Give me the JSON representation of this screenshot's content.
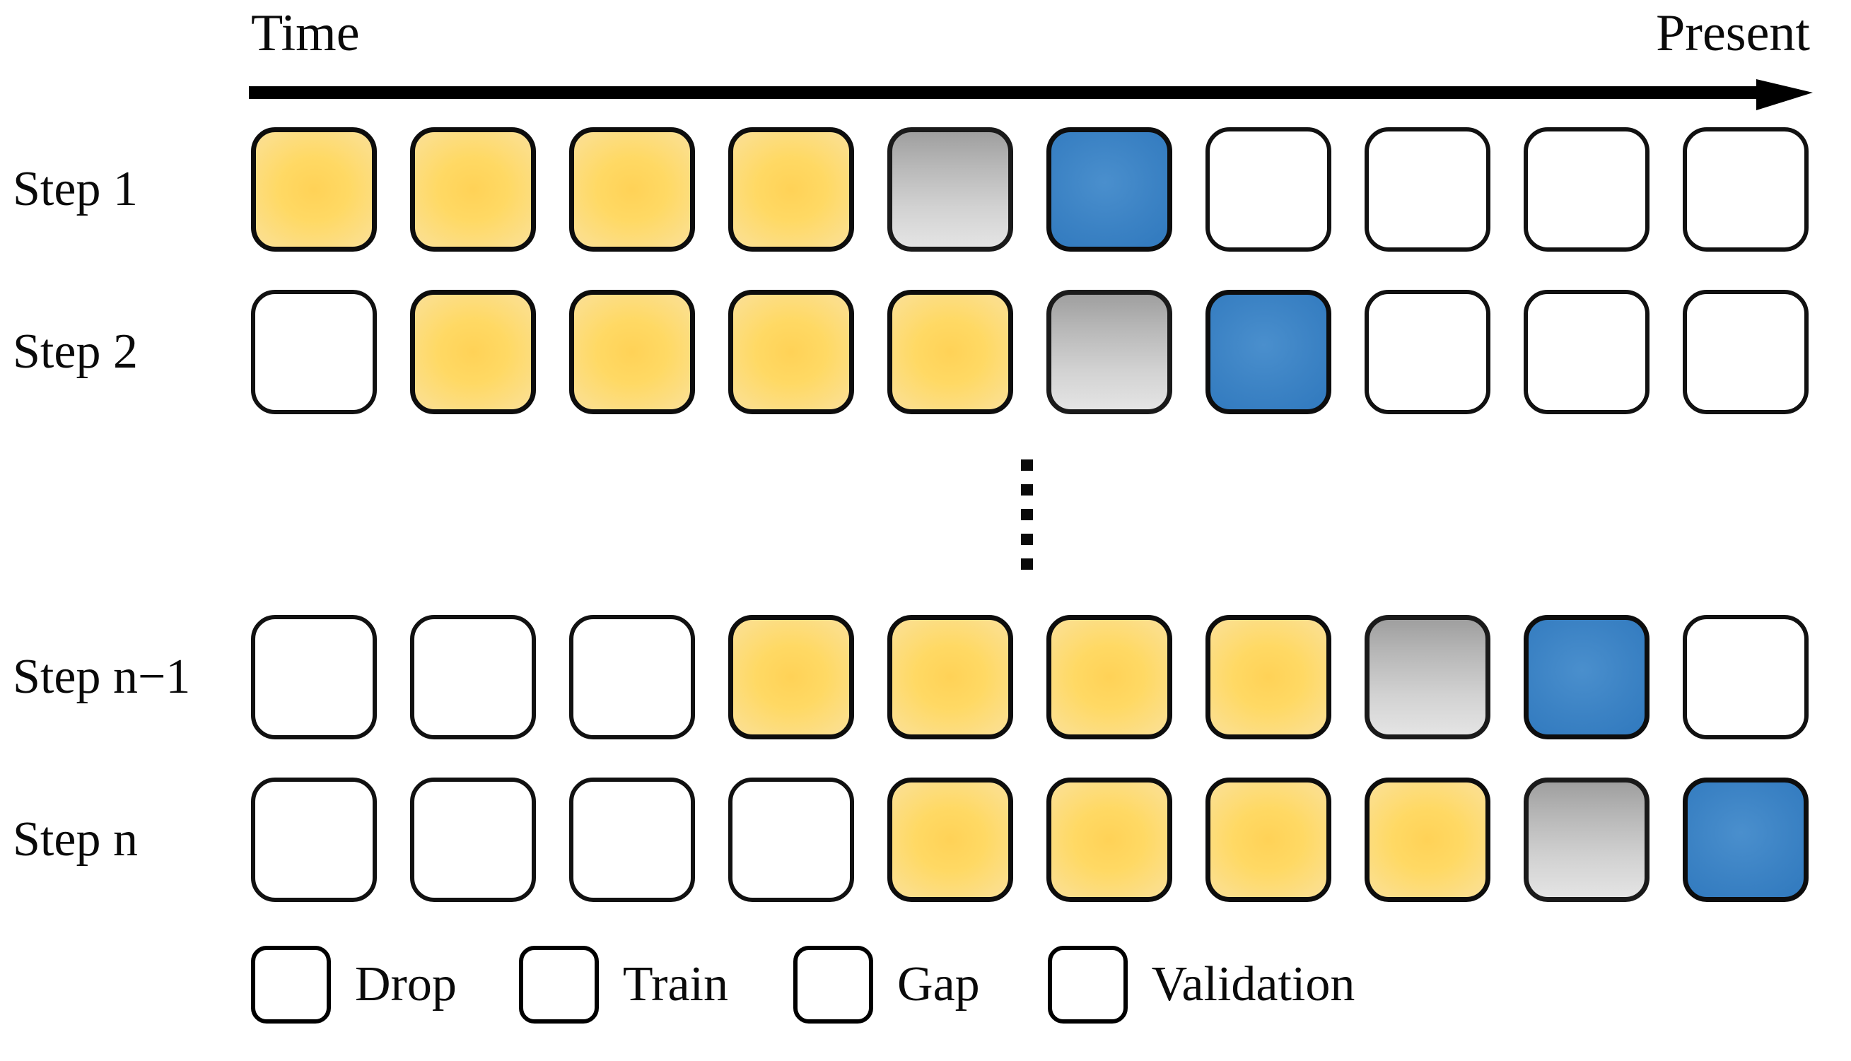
{
  "axis": {
    "start_label": "Time",
    "end_label": "Present",
    "arrow_icon": "right-arrow-icon",
    "direction": "left-to-right"
  },
  "legend": {
    "items": [
      {
        "key": "drop",
        "label": "Drop",
        "color": "#ffffff",
        "swatch_icon": "drop-swatch-icon"
      },
      {
        "key": "train",
        "label": "Train",
        "color": "#ffd257",
        "swatch_icon": "train-swatch-icon"
      },
      {
        "key": "gap",
        "label": "Gap",
        "color": "#c4c4c4",
        "swatch_icon": "gap-swatch-icon"
      },
      {
        "key": "validation",
        "label": "Validation",
        "color": "#2f78bd",
        "swatch_icon": "validation-swatch-icon"
      }
    ]
  },
  "ellipsis": {
    "glyph": "vertical-dots-icon",
    "dot_count": 5
  },
  "chart_data": {
    "type": "table",
    "title": "",
    "xlabel": "Time",
    "ylabel": "",
    "annotations": [
      "Time",
      "Present"
    ],
    "columns": 10,
    "state_legend": [
      "Drop",
      "Train",
      "Gap",
      "Validation"
    ],
    "rows": [
      {
        "label": "Step 1",
        "cells": [
          "train",
          "train",
          "train",
          "train",
          "gap",
          "validation",
          "drop",
          "drop",
          "drop",
          "drop"
        ]
      },
      {
        "label": "Step 2",
        "cells": [
          "drop",
          "train",
          "train",
          "train",
          "train",
          "gap",
          "validation",
          "drop",
          "drop",
          "drop"
        ]
      },
      {
        "label": "Step n−1",
        "cells": [
          "drop",
          "drop",
          "drop",
          "train",
          "train",
          "train",
          "train",
          "gap",
          "validation",
          "drop"
        ]
      },
      {
        "label": "Step n",
        "cells": [
          "drop",
          "drop",
          "drop",
          "drop",
          "train",
          "train",
          "train",
          "train",
          "gap",
          "validation"
        ]
      }
    ]
  }
}
